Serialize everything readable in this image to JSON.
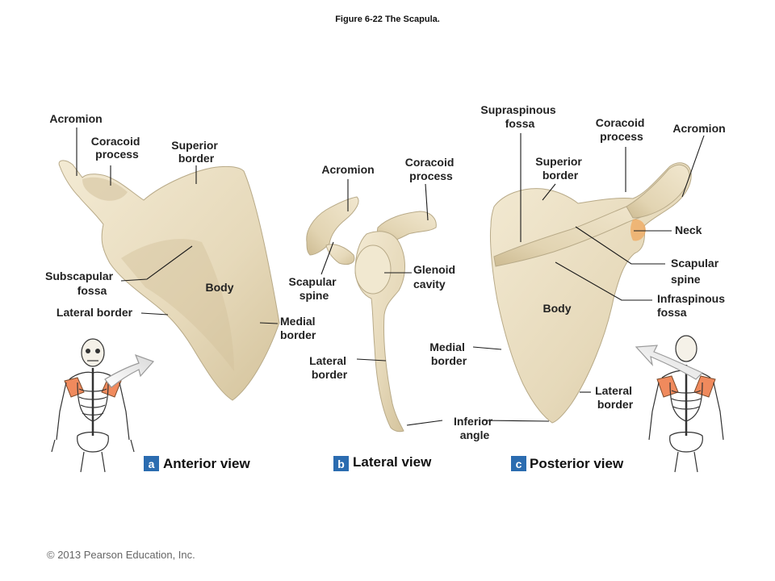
{
  "figure_title": "Figure 6-22 The Scapula.",
  "copyright": "© 2013 Pearson Education, Inc.",
  "colors": {
    "bone_fill": "#eadfc4",
    "bone_shadow": "#d6c7a3",
    "badge": "#2b6cb0",
    "highlight": "#f08a5d"
  },
  "views": {
    "anterior": {
      "badge": "a",
      "title": "Anterior view",
      "labels": [
        {
          "lines": [
            "Acromion"
          ]
        },
        {
          "lines": [
            "Coracoid",
            "process"
          ]
        },
        {
          "lines": [
            "Superior",
            "border"
          ]
        },
        {
          "lines": [
            "Subscapular",
            "fossa"
          ]
        },
        {
          "lines": [
            "Body"
          ]
        },
        {
          "lines": [
            "Lateral border"
          ]
        },
        {
          "lines": [
            "Medial",
            "border"
          ]
        }
      ]
    },
    "lateral": {
      "badge": "b",
      "title": "Lateral view",
      "labels": [
        {
          "lines": [
            "Acromion"
          ]
        },
        {
          "lines": [
            "Coracoid",
            "process"
          ]
        },
        {
          "lines": [
            "Glenoid",
            "cavity"
          ]
        },
        {
          "lines": [
            "Scapular",
            "spine"
          ]
        },
        {
          "lines": [
            "Lateral",
            "border"
          ]
        }
      ]
    },
    "posterior": {
      "badge": "c",
      "title": "Posterior view",
      "labels": [
        {
          "lines": [
            "Supraspinous",
            "fossa"
          ]
        },
        {
          "lines": [
            "Coracoid",
            "process"
          ]
        },
        {
          "lines": [
            "Acromion"
          ]
        },
        {
          "lines": [
            "Superior",
            "border"
          ]
        },
        {
          "lines": [
            "Neck"
          ]
        },
        {
          "lines": [
            "Scapular",
            "spine"
          ]
        },
        {
          "lines": [
            "Infraspinous",
            "fossa"
          ]
        },
        {
          "lines": [
            "Body"
          ]
        },
        {
          "lines": [
            "Medial",
            "border"
          ]
        },
        {
          "lines": [
            "Lateral",
            "border"
          ]
        },
        {
          "lines": [
            "Inferior",
            "angle"
          ]
        }
      ]
    }
  }
}
